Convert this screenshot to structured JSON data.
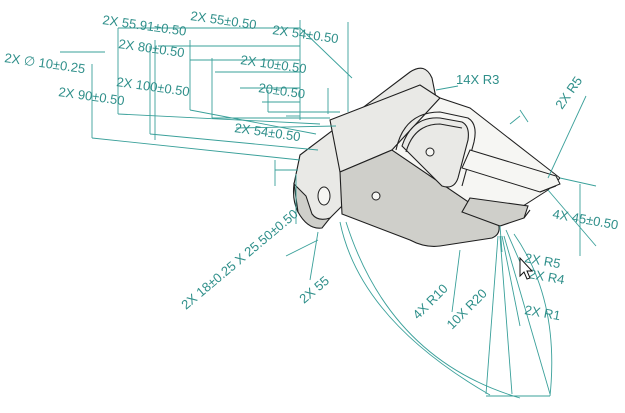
{
  "drawing": {
    "line_color": "#3aa09a",
    "text_color": "#2f8f8a",
    "part_outline": "#1f1f1f",
    "part_face": "#e9e9e6",
    "part_shadow": "#cfcfca"
  },
  "dimensions": {
    "d1": "2X 55.91±0.50",
    "d2": "2X 55±0.50",
    "d3": "2X 54±0.50",
    "d4": "2X ∅ 10±0.25",
    "d5": "2X 80±0.50",
    "d6": "2X 10±0.50",
    "d7": "14X R3",
    "d8": "2X 90±0.50",
    "d9": "2X 100±0.50",
    "d10": "20±0.50",
    "d11": "2X R5",
    "d12": "2X 54±0.50",
    "d13": "4X 45±0.50",
    "d14": "2X 18±0.25 X 25.50±0.50",
    "d15": "2X 55",
    "d16": "2X R5",
    "d17": "2X R4",
    "d18": "4X R10",
    "d19": "10X R20",
    "d20": "2X R1"
  },
  "cursor": {
    "icon": "arrow-pointer-icon"
  }
}
